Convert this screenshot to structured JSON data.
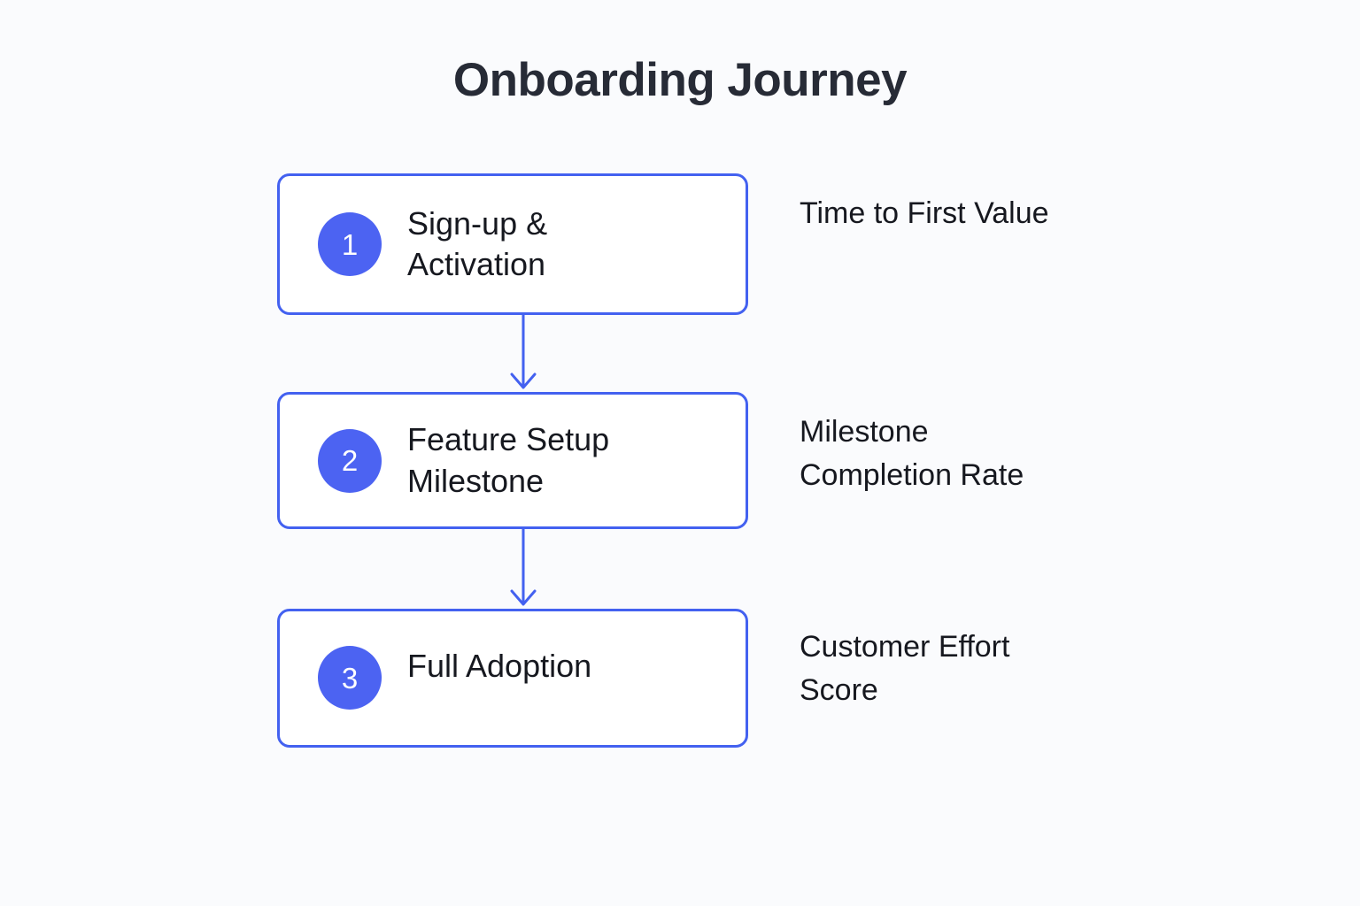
{
  "title": "Onboarding Journey",
  "theme": {
    "background": "#fafbfd",
    "card_background": "#ffffff",
    "accent_blue": "#4361f0",
    "badge_blue": "#4c63f2",
    "title_color": "#272b36",
    "text_color": "#16181f"
  },
  "flow": {
    "steps": [
      {
        "number": "1",
        "label": "Sign-up &\nActivation",
        "metric": "Time to First Value"
      },
      {
        "number": "2",
        "label": "Feature Setup\nMilestone",
        "metric": "Milestone\nCompletion Rate"
      },
      {
        "number": "3",
        "label": "Full Adoption",
        "metric": "Customer Effort\nScore"
      }
    ],
    "connectors": [
      {
        "name": "arrow-step-1-to-2"
      },
      {
        "name": "arrow-step-2-to-3"
      }
    ]
  }
}
